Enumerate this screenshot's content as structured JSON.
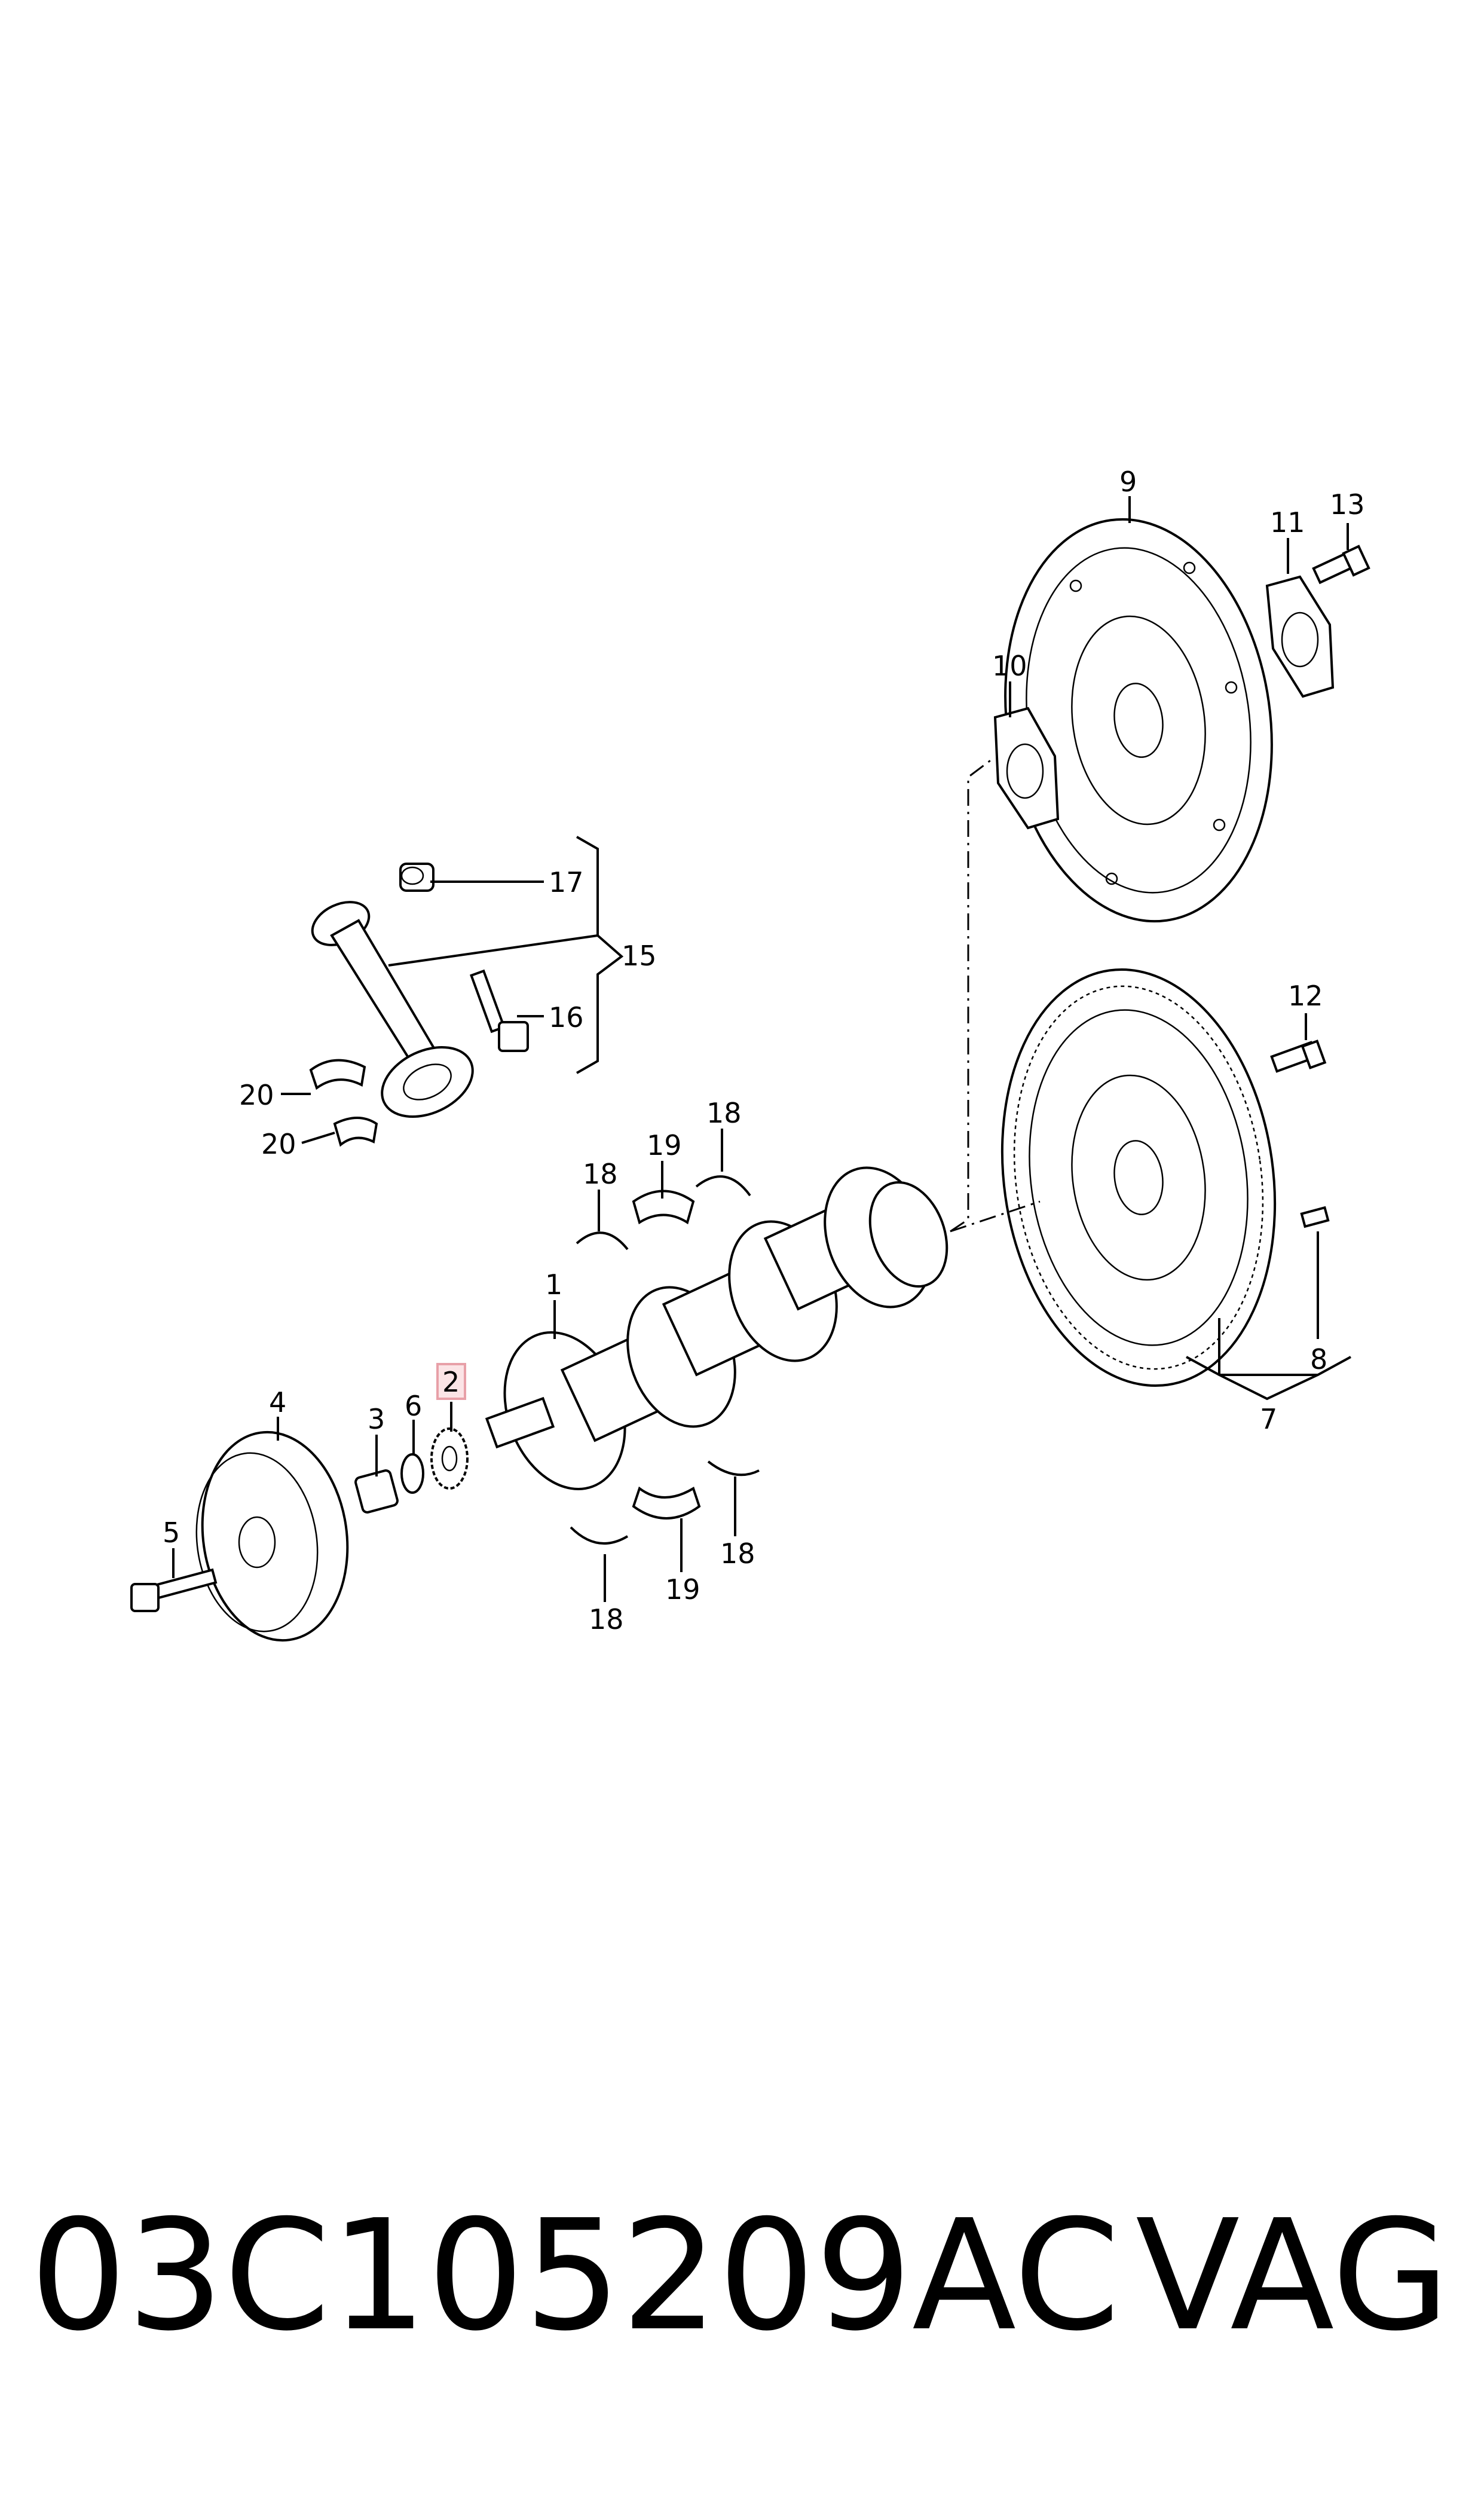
{
  "parts": {
    "p1": "1",
    "p2": "2",
    "p3": "3",
    "p4": "4",
    "p5": "5",
    "p6": "6",
    "p7": "7",
    "p8": "8",
    "p9": "9",
    "p10": "10",
    "p11": "11",
    "p12": "12",
    "p13": "13",
    "p15": "15",
    "p16": "16",
    "p17": "17",
    "p18": "18",
    "p19": "19",
    "p20": "20"
  },
  "highlight": {
    "part": "2",
    "color": "#e8a0a8"
  },
  "footer": {
    "part_number": "03C105209AC",
    "brand": "VAG"
  }
}
